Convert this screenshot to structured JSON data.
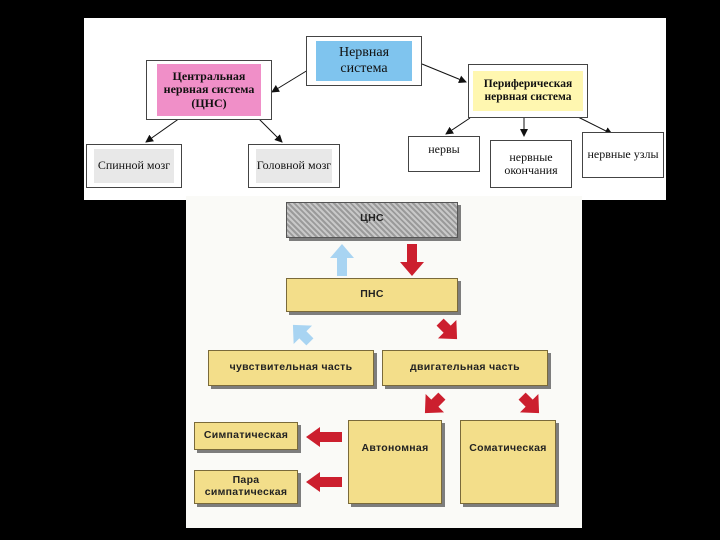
{
  "top_diagram": {
    "root": "Нервная система",
    "cns": "Центральная нервная система (ЦНС)",
    "pns": "Периферическая нервная система",
    "spinal_cord": "Спинной мозг",
    "brain": "Головной мозг",
    "nerves": "нервы",
    "nerve_endings": "нервные окончания",
    "ganglia": "нервные узлы",
    "colors": {
      "root": "#7fc4ee",
      "cns": "#f08fc8",
      "pns": "#fff7b0"
    }
  },
  "bottom_diagram": {
    "cns": "ЦНС",
    "pns": "ПНС",
    "sensory": "чувствительная часть",
    "motor": "двигательная часть",
    "autonomic": "Автономная",
    "somatic": "Соматическая",
    "sympathetic": "Симпатическая",
    "parasympathetic": "Пара симпатическая",
    "colors": {
      "box": "#f3de8a",
      "afferent": "#a8d4f2",
      "efferent": "#cc1f2e"
    }
  }
}
